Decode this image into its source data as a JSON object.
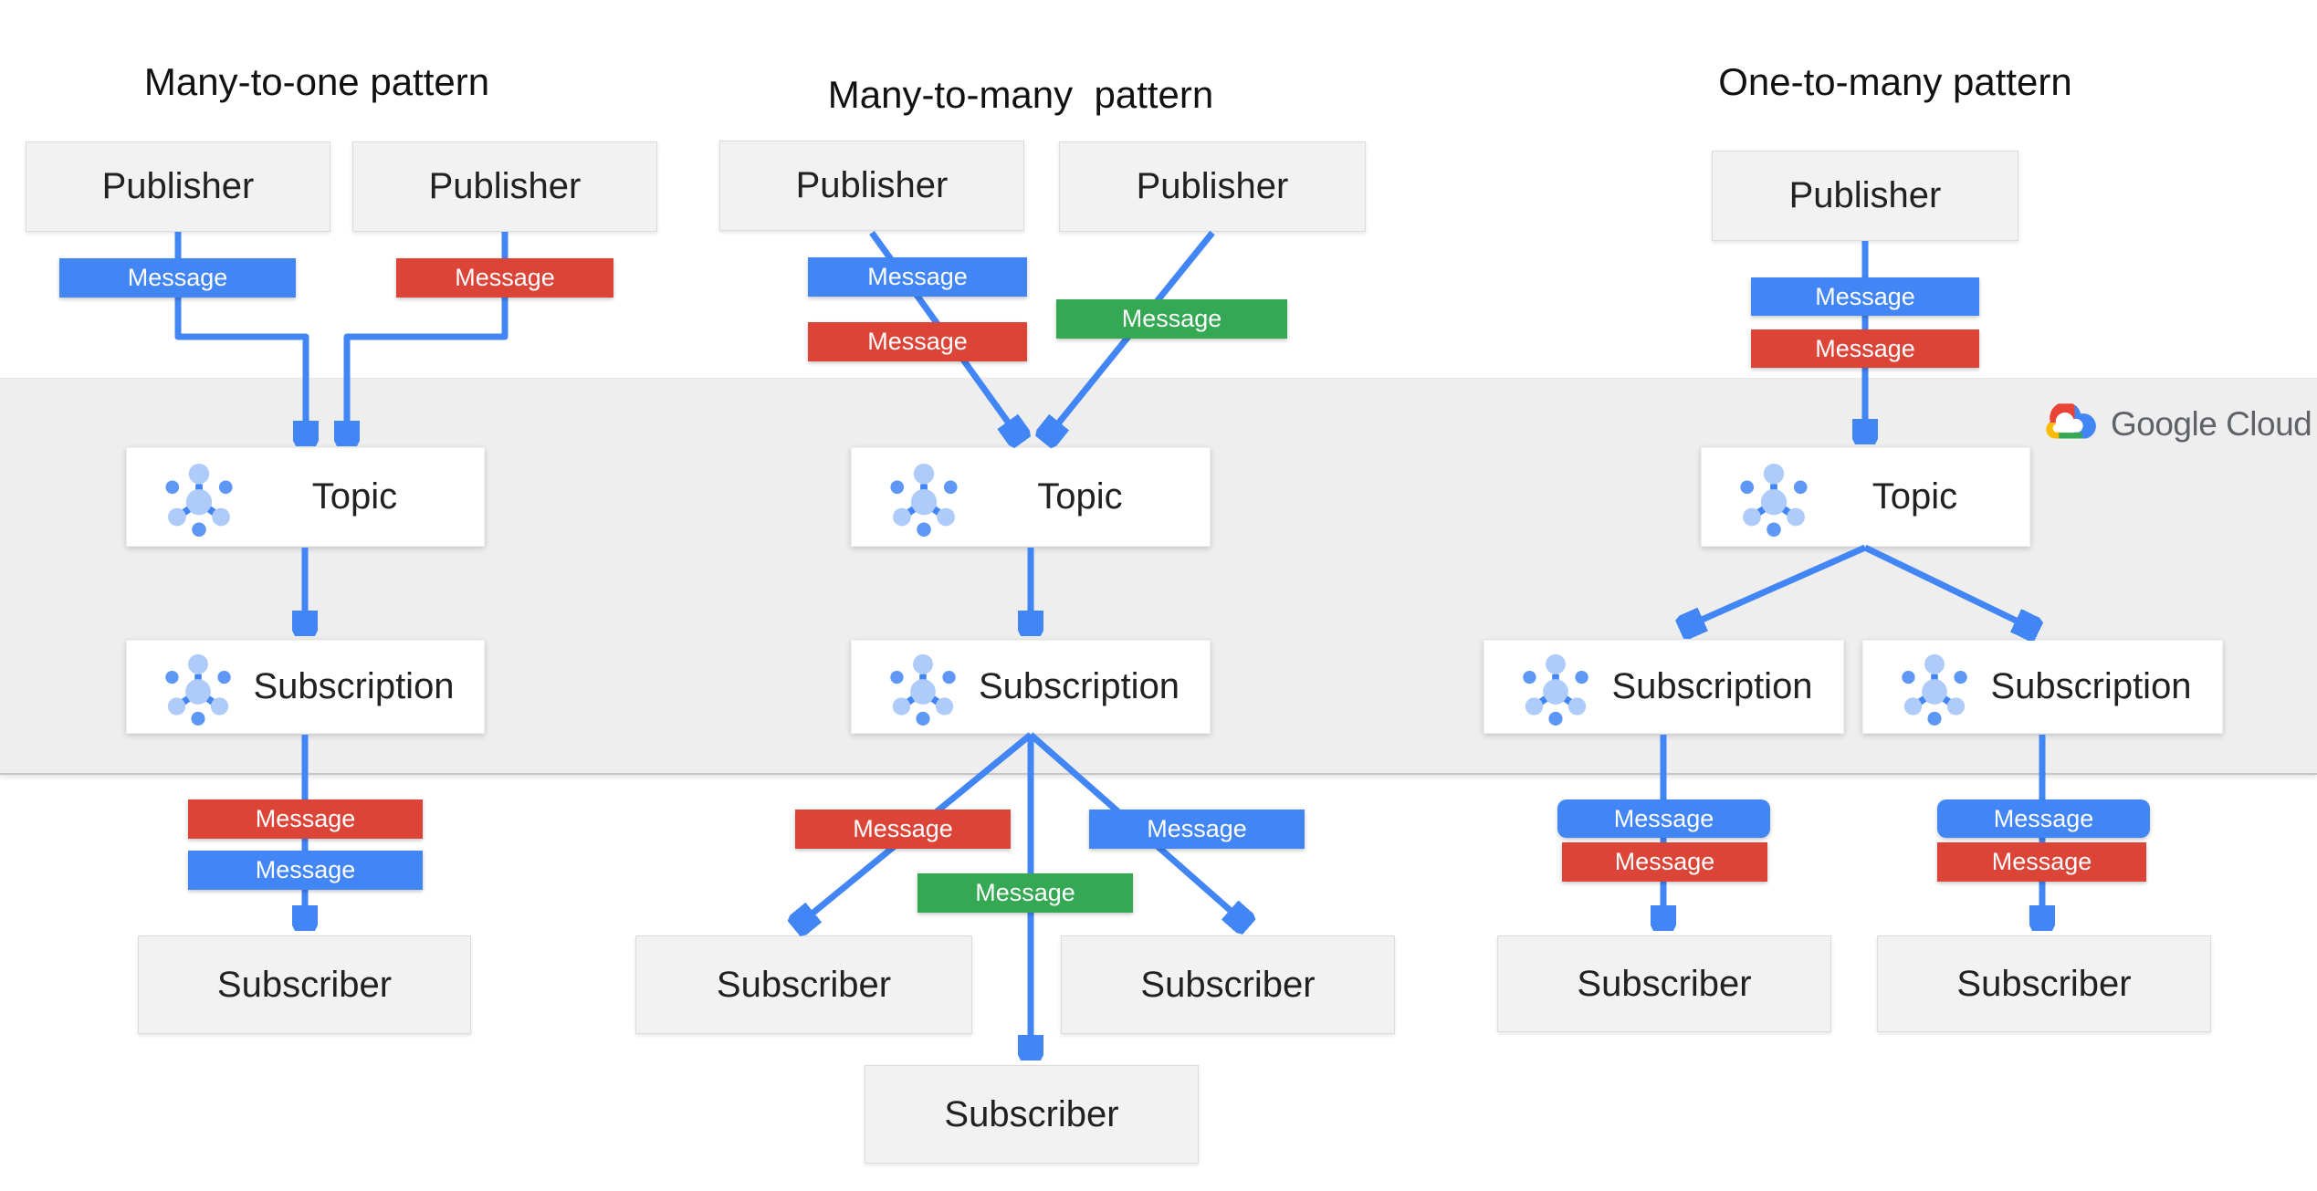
{
  "labels": {
    "publisher": "Publisher",
    "topic": "Topic",
    "subscription": "Subscription",
    "subscriber": "Subscriber",
    "message": "Message"
  },
  "logo": {
    "text": "Google Cloud"
  },
  "icons": {
    "topic_icon": "pubsub-topic-icon",
    "subscription_icon": "pubsub-subscription-icon",
    "logo_icon": "google-cloud-cloud-icon"
  },
  "colors": {
    "message_blue": "#4285f4",
    "message_red": "#db4437",
    "message_green": "#34a853",
    "connector_blue": "#4285f4",
    "band_gray": "#eeeeee",
    "box_gray": "#f2f2f2",
    "box_white": "#ffffff",
    "logo_text_gray": "#5f6368"
  },
  "patterns": [
    {
      "id": "many-to-one",
      "title": "Many-to-one pattern",
      "publishers": 2,
      "topics": 1,
      "subscriptions": 1,
      "subscribers": 1,
      "publish_messages": [
        "blue",
        "red"
      ],
      "delivery_messages": [
        "red",
        "blue"
      ]
    },
    {
      "id": "many-to-many",
      "title": "Many-to-many  pattern",
      "publishers": 2,
      "topics": 1,
      "subscriptions": 1,
      "subscribers": 3,
      "publish_messages": [
        "blue",
        "red",
        "green"
      ],
      "delivery_messages": [
        "red",
        "blue",
        "green"
      ]
    },
    {
      "id": "one-to-many",
      "title": "One-to-many pattern",
      "publishers": 1,
      "topics": 1,
      "subscriptions": 2,
      "subscribers": 2,
      "publish_messages": [
        "blue",
        "red"
      ],
      "delivery_messages": [
        "blue",
        "red",
        "blue",
        "red"
      ]
    }
  ]
}
